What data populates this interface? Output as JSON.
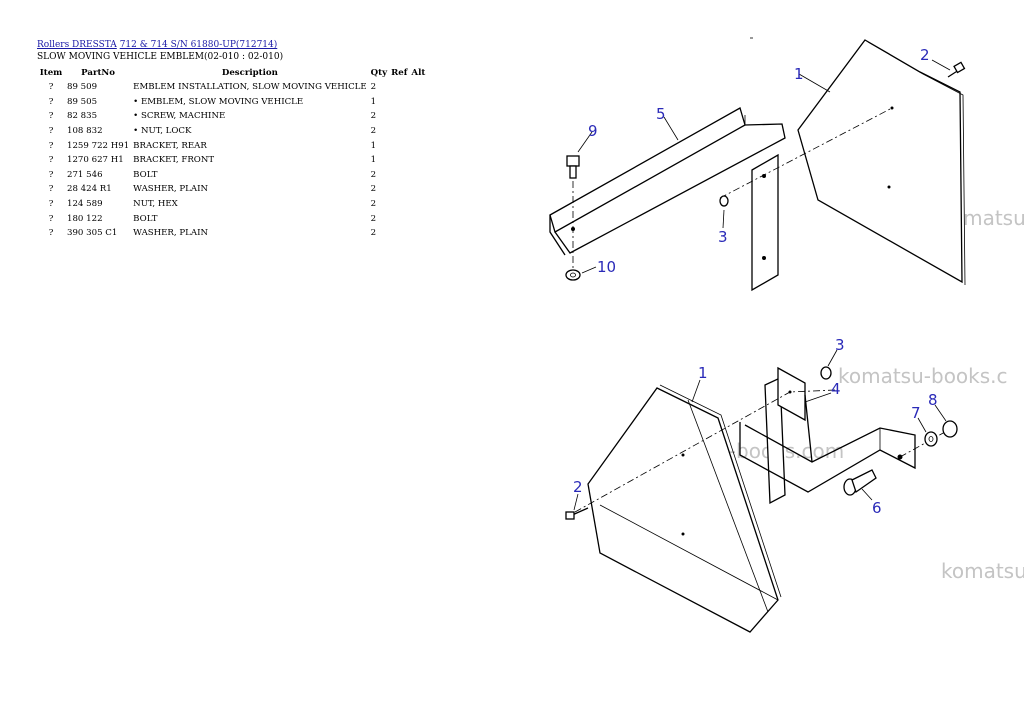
{
  "breadcrumb": {
    "model": "Rollers DRESSTA",
    "link": "712 & 714 S/N 61880-UP(712714)"
  },
  "subtitle": "SLOW MOVING VEHICLE EMBLEM(02-010 : 02-010)",
  "table": {
    "headers": {
      "item": "Item",
      "part": "PartNo",
      "desc": "Description",
      "qty": "Qty",
      "ref": "Ref",
      "alt": "Alt"
    },
    "rows": [
      {
        "item": "?",
        "part": "89 509",
        "desc": "EMBLEM INSTALLATION, SLOW MOVING VEHICLE",
        "qty": "2"
      },
      {
        "item": "?",
        "part": "89 505",
        "desc": "• EMBLEM, SLOW MOVING VEHICLE",
        "qty": "1"
      },
      {
        "item": "?",
        "part": "82 835",
        "desc": "• SCREW, MACHINE",
        "qty": "2"
      },
      {
        "item": "?",
        "part": "108 832",
        "desc": "• NUT, LOCK",
        "qty": "2"
      },
      {
        "item": "?",
        "part": "1259 722 H91",
        "desc": "BRACKET, REAR",
        "qty": "1"
      },
      {
        "item": "?",
        "part": "1270 627 H1",
        "desc": "BRACKET, FRONT",
        "qty": "1"
      },
      {
        "item": "?",
        "part": "271 546",
        "desc": "BOLT",
        "qty": "2"
      },
      {
        "item": "?",
        "part": "28 424 R1",
        "desc": "WASHER, PLAIN",
        "qty": "2"
      },
      {
        "item": "?",
        "part": "124 589",
        "desc": "NUT, HEX",
        "qty": "2"
      },
      {
        "item": "?",
        "part": "180 122",
        "desc": "BOLT",
        "qty": "2"
      },
      {
        "item": "?",
        "part": "390 305 C1",
        "desc": "WASHER, PLAIN",
        "qty": "2"
      }
    ]
  },
  "diagram": {
    "callouts_top": [
      "1",
      "2",
      "5",
      "9",
      "3",
      "10"
    ],
    "callouts_bottom": [
      "3",
      "1",
      "4",
      "7",
      "8",
      "2",
      "6"
    ],
    "watermarks": [
      "komatsu",
      "komatsu-books.c",
      "komatsu-books.com",
      "komatsu"
    ]
  }
}
